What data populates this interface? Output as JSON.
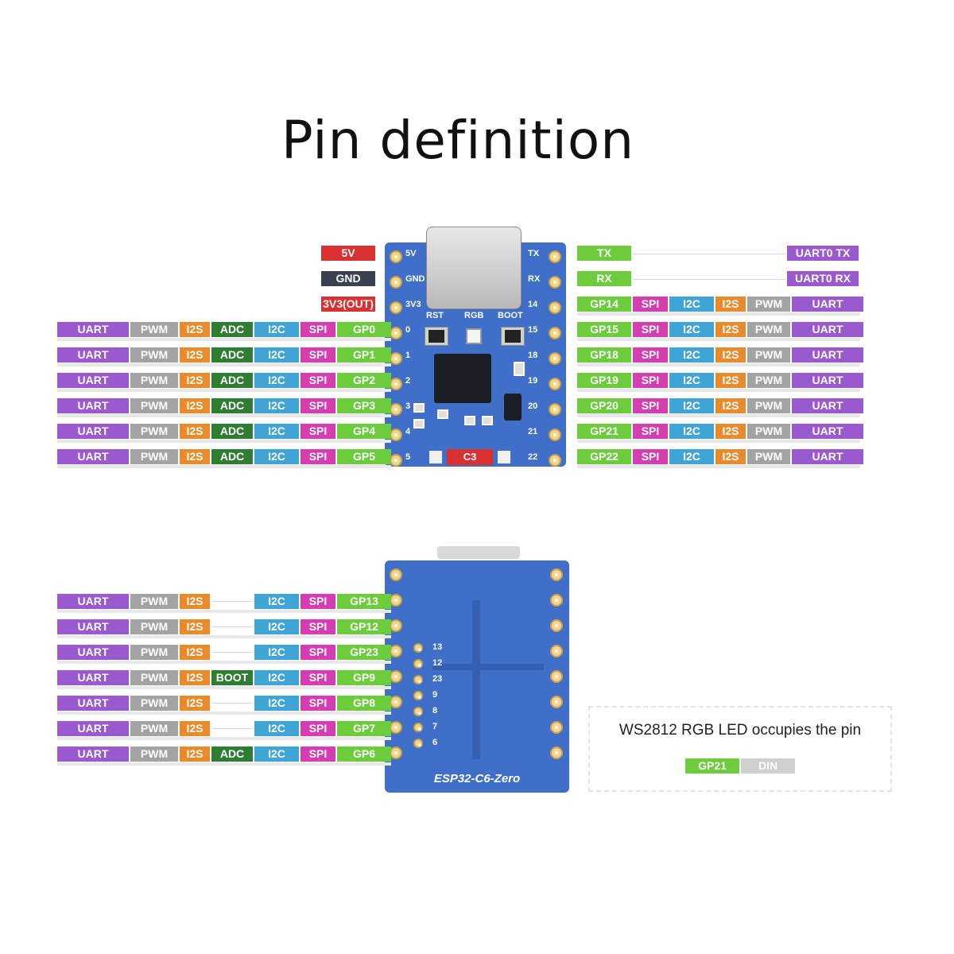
{
  "title": "Pin definition",
  "colors": {
    "UART": "#9b59d0",
    "PWM": "#a3a3a3",
    "I2S": "#ea8a2a",
    "ADC": "#2e7d32",
    "I2C": "#3fa4d6",
    "SPI": "#d63db0",
    "GPIO": "#6dcc3b",
    "POWER_5V": "#d93030",
    "GND": "#3a4150",
    "DIN": "#cfcfcf",
    "BOARD": "#3f6fc8"
  },
  "top_board": {
    "power_pins": [
      "5V",
      "GND",
      "3V3(OUT)"
    ],
    "left_rows": [
      [
        "UART",
        "PWM",
        "I2S",
        "ADC",
        "I2C",
        "SPI",
        "GP0"
      ],
      [
        "UART",
        "PWM",
        "I2S",
        "ADC",
        "I2C",
        "SPI",
        "GP1"
      ],
      [
        "UART",
        "PWM",
        "I2S",
        "ADC",
        "I2C",
        "SPI",
        "GP2"
      ],
      [
        "UART",
        "PWM",
        "I2S",
        "ADC",
        "I2C",
        "SPI",
        "GP3"
      ],
      [
        "UART",
        "PWM",
        "I2S",
        "ADC",
        "I2C",
        "SPI",
        "GP4"
      ],
      [
        "UART",
        "PWM",
        "I2S",
        "ADC",
        "I2C",
        "SPI",
        "GP5"
      ]
    ],
    "right_top": [
      {
        "pin": "TX",
        "func": "UART0 TX"
      },
      {
        "pin": "RX",
        "func": "UART0 RX"
      }
    ],
    "right_rows": [
      [
        "GP14",
        "SPI",
        "I2C",
        "I2S",
        "PWM",
        "UART"
      ],
      [
        "GP15",
        "SPI",
        "I2C",
        "I2S",
        "PWM",
        "UART"
      ],
      [
        "GP18",
        "SPI",
        "I2C",
        "I2S",
        "PWM",
        "UART"
      ],
      [
        "GP19",
        "SPI",
        "I2C",
        "I2S",
        "PWM",
        "UART"
      ],
      [
        "GP20",
        "SPI",
        "I2C",
        "I2S",
        "PWM",
        "UART"
      ],
      [
        "GP21",
        "SPI",
        "I2C",
        "I2S",
        "PWM",
        "UART"
      ],
      [
        "GP22",
        "SPI",
        "I2C",
        "I2S",
        "PWM",
        "UART"
      ]
    ],
    "silk_left": [
      "5V",
      "GND",
      "3V3",
      "0",
      "1",
      "2",
      "3",
      "4",
      "5"
    ],
    "silk_right": [
      "TX",
      "RX",
      "14",
      "15",
      "18",
      "19",
      "20",
      "21",
      "22"
    ],
    "buttons": [
      "RST",
      "RGB",
      "BOOT"
    ],
    "chip_label": "C3"
  },
  "bottom_board": {
    "rows": [
      [
        "UART",
        "PWM",
        "I2S",
        "",
        "I2C",
        "SPI",
        "GP13"
      ],
      [
        "UART",
        "PWM",
        "I2S",
        "",
        "I2C",
        "SPI",
        "GP12"
      ],
      [
        "UART",
        "PWM",
        "I2S",
        "",
        "I2C",
        "SPI",
        "GP23"
      ],
      [
        "UART",
        "PWM",
        "I2S",
        "BOOT",
        "I2C",
        "SPI",
        "GP9"
      ],
      [
        "UART",
        "PWM",
        "I2S",
        "",
        "I2C",
        "SPI",
        "GP8"
      ],
      [
        "UART",
        "PWM",
        "I2S",
        "",
        "I2C",
        "SPI",
        "GP7"
      ],
      [
        "UART",
        "PWM",
        "I2S",
        "ADC",
        "I2C",
        "SPI",
        "GP6"
      ]
    ],
    "silk_pins": [
      "13",
      "12",
      "23",
      "9",
      "8",
      "7",
      "6"
    ],
    "board_label": "ESP32-C6-Zero"
  },
  "note": {
    "text": "WS2812 RGB LED occupies the pin",
    "pin": "GP21",
    "func": "DIN"
  }
}
